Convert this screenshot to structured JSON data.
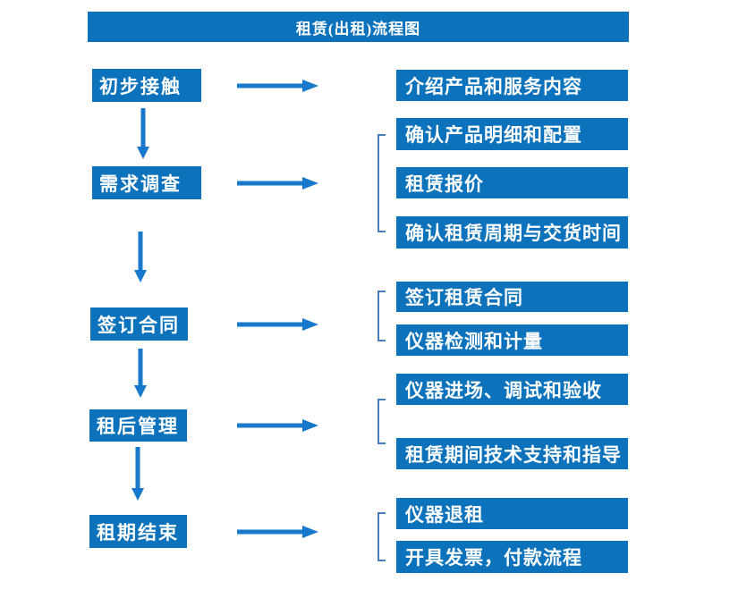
{
  "title": "租赁(出租)流程图",
  "colors": {
    "box_fill": "#0d72bc",
    "arrow_fill": "#1878cc",
    "bracket_line": "#4a7ebb",
    "text": "#ffffff",
    "background": "#ffffff"
  },
  "steps": [
    {
      "label": "初步接触",
      "outputs": [
        "介绍产品和服务内容"
      ]
    },
    {
      "label": "需求调查",
      "outputs": [
        "确认产品明细和配置",
        "租赁报价",
        "确认租赁周期与交货时间"
      ]
    },
    {
      "label": "签订合同",
      "outputs": [
        "签订租赁合同",
        "仪器检测和计量"
      ]
    },
    {
      "label": "租后管理",
      "outputs": [
        "仪器进场、调试和验收",
        "租赁期间技术支持和指导"
      ]
    },
    {
      "label": "租期结束",
      "outputs": [
        "仪器退租",
        "开具发票，付款流程"
      ]
    }
  ]
}
